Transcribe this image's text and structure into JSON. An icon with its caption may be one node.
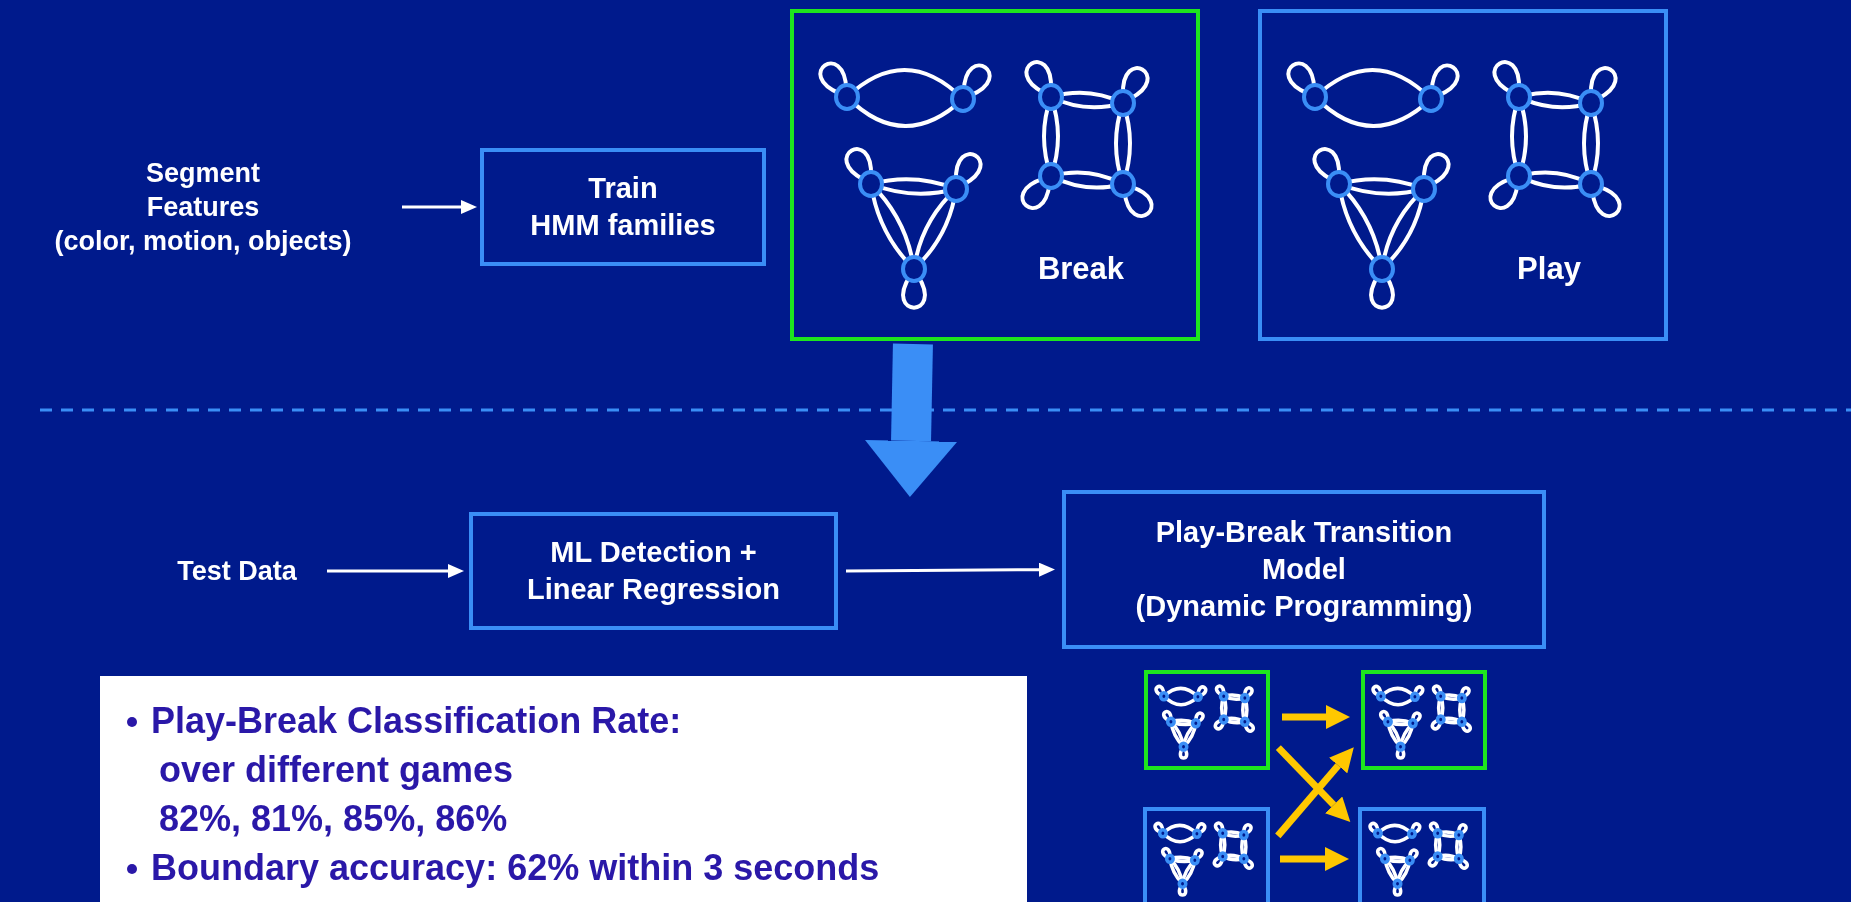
{
  "diagram": {
    "nodes": [
      {
        "text": [
          "Segment Features",
          "(color, motion, objects)"
        ]
      },
      {
        "text": [
          "Train",
          "HMM families"
        ]
      },
      {
        "text": [
          "Break"
        ]
      },
      {
        "text": [
          "Play"
        ]
      },
      {
        "text": [
          "Test Data"
        ]
      },
      {
        "text": [
          "ML Detection + Linear Regression"
        ]
      },
      {
        "text": [
          "Play-Break Transition Model",
          "(Dynamic Programming)"
        ]
      },
      {
        "text": [],
        "shape": "box"
      },
      {
        "text": [],
        "shape": "box"
      },
      {
        "text": [],
        "shape": "box"
      },
      {
        "text": [],
        "shape": "box"
      }
    ],
    "edges": [
      {
        "from": 0,
        "to": 1,
        "arrow": "to",
        "color": "#ffffff"
      },
      {
        "from": 4,
        "to": 5,
        "arrow": "to",
        "color": "#ffffff"
      },
      {
        "from": 5,
        "to": 6,
        "arrow": "to",
        "color": "#ffffff"
      },
      {
        "from": 2,
        "to": 5,
        "arrow": "to",
        "style": "thick",
        "color": "#3a8ef6"
      },
      {
        "from": 7,
        "to": 8,
        "arrow": "to",
        "color": "#ffc800"
      },
      {
        "from": 7,
        "to": 10,
        "arrow": "to",
        "color": "#ffc800"
      },
      {
        "from": 9,
        "to": 8,
        "arrow": "to",
        "color": "#ffc800"
      },
      {
        "from": 9,
        "to": 10,
        "arrow": "to",
        "color": "#ffc800"
      }
    ],
    "labels": [
      "Play-Break Classification Rate:",
      "over different games",
      "82%, 81%, 85%, 86%",
      "Boundary accuracy: 62% within 3 seconds"
    ]
  }
}
